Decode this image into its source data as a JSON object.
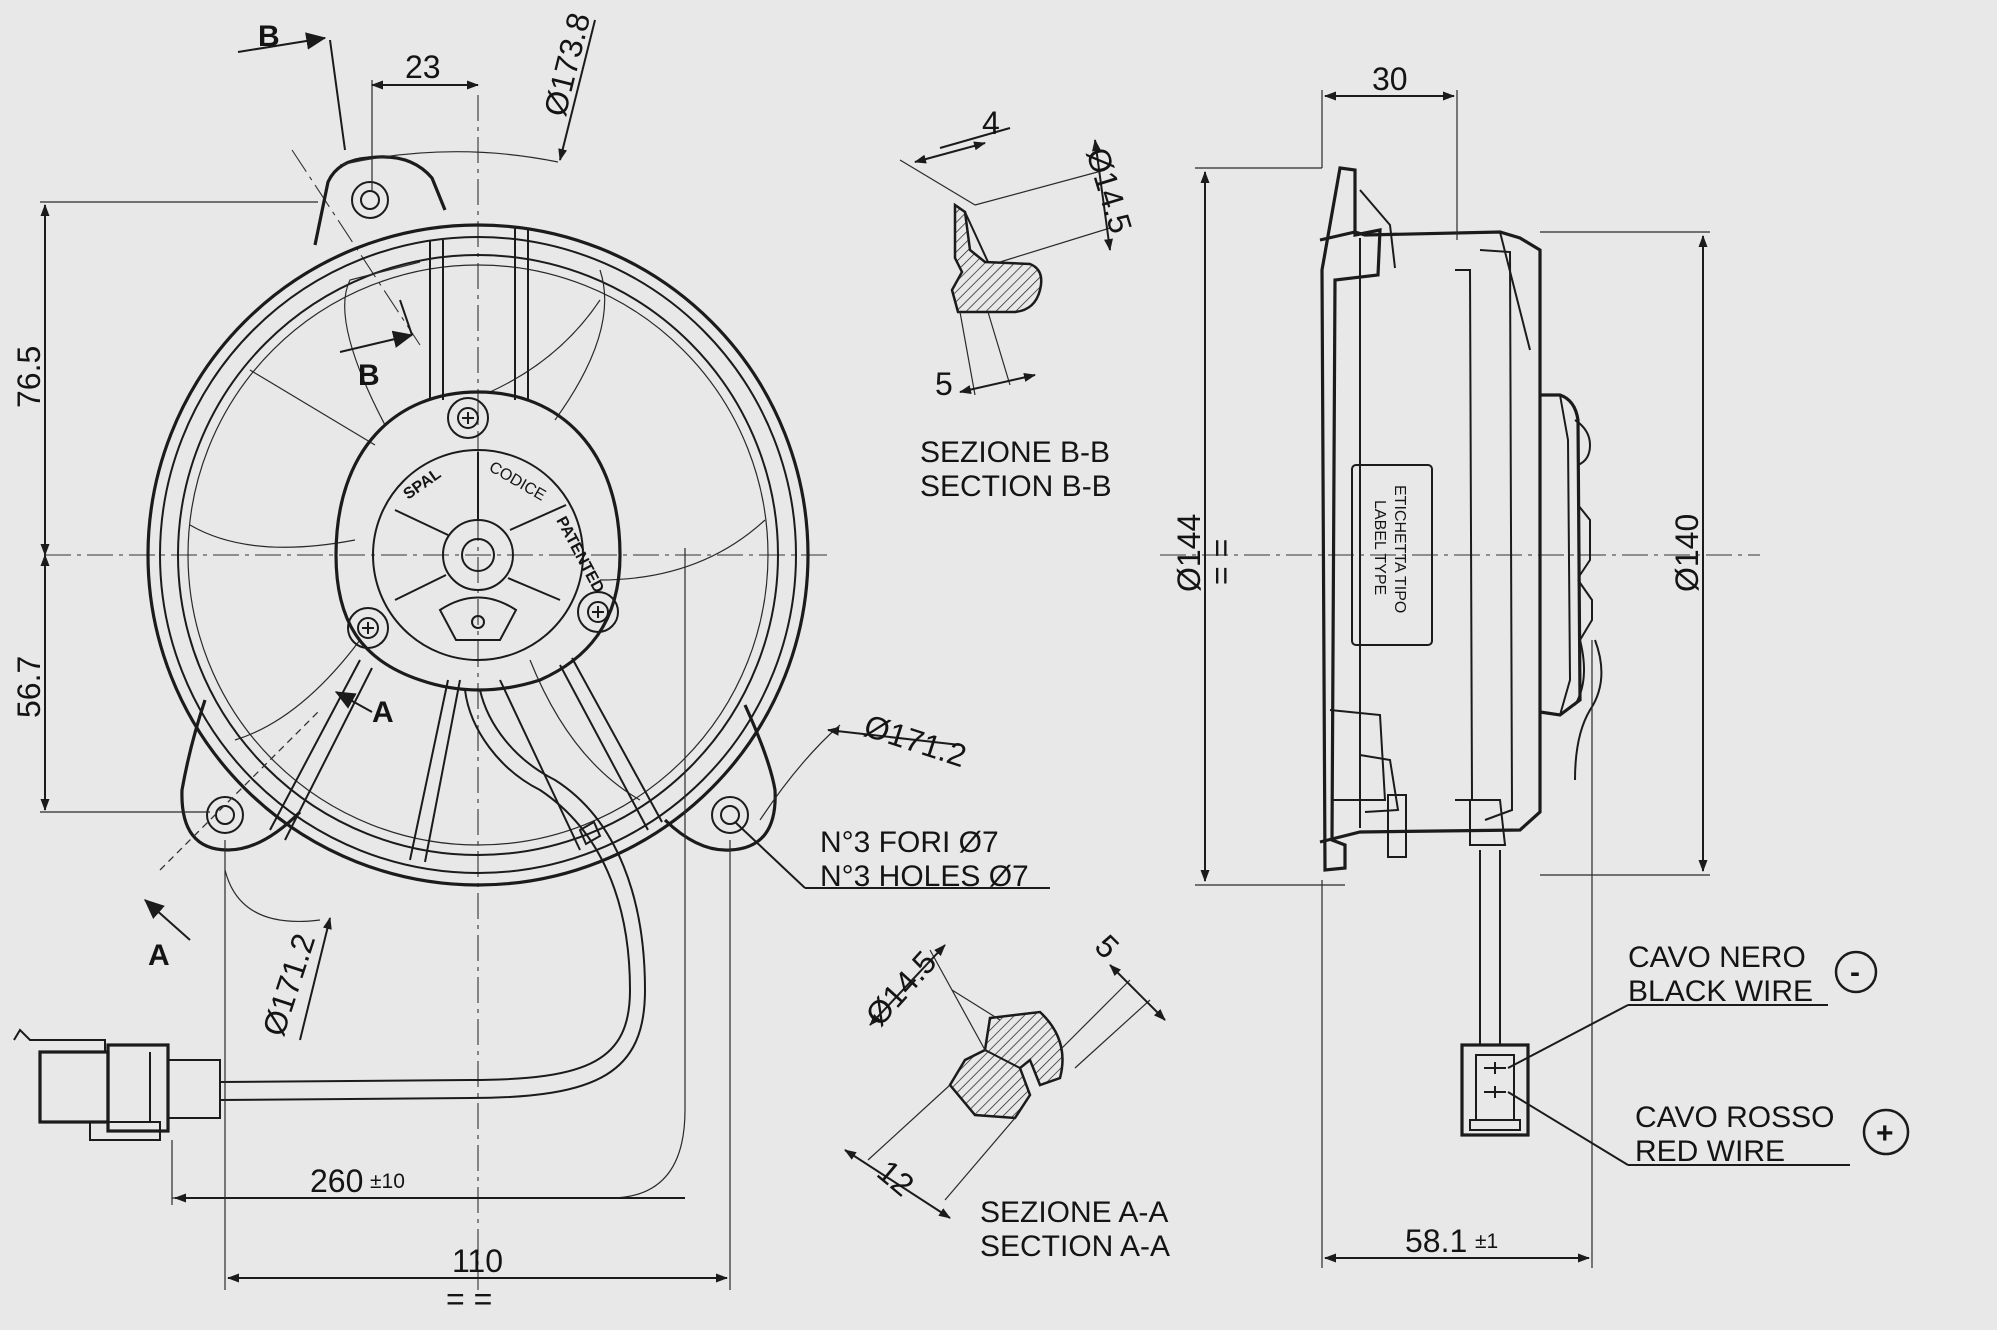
{
  "front_view": {
    "dim_top": "23",
    "dim_outer_dia": "Ø173.8",
    "dim_upper_height": "76.5",
    "dim_lower_height": "56.7",
    "dim_mount_circle_left": "Ø171.2",
    "dim_mount_circle_right": "Ø171.2",
    "dim_cable_length": "260",
    "dim_cable_tol": "±10",
    "dim_width": "110",
    "dim_width_sym": "= =",
    "section_mark_b": "B",
    "section_mark_a": "A",
    "hub_brand": "SPAL",
    "hub_text_patented": "PATENTED",
    "hub_text_small": "CODICE"
  },
  "holes_note": {
    "line1": "N°3 FORI Ø7",
    "line2": "N°3 HOLES Ø7"
  },
  "section_bb": {
    "dim_top": "4",
    "dim_dia": "Ø14.5",
    "dim_bottom": "5",
    "title_it": "SEZIONE B-B",
    "title_en": "SECTION B-B"
  },
  "section_aa": {
    "dim_dia": "Ø14.5",
    "dim_top": "5",
    "dim_bottom": "12",
    "title_it": "SEZIONE A-A",
    "title_en": "SECTION A-A"
  },
  "side_view": {
    "dim_top": "30",
    "dim_left_dia": "Ø144",
    "dim_left_sym": "= =",
    "dim_right_dia": "Ø140",
    "dim_depth": "58.1",
    "dim_depth_tol": "±1",
    "label_line1": "ETICHETTA TIPO",
    "label_line2": "LABEL TYPE"
  },
  "wires": {
    "black_it": "CAVO NERO",
    "black_en": "BLACK WIRE",
    "black_symbol": "-",
    "red_it": "CAVO ROSSO",
    "red_en": "RED WIRE",
    "red_symbol": "+"
  },
  "colors": {
    "background": "#e7e8e7",
    "line": "#1b1b1b"
  }
}
